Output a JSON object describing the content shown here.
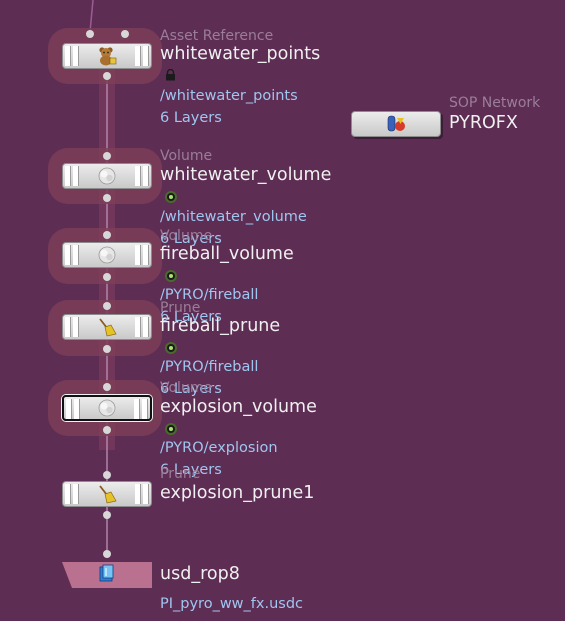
{
  "nodes": [
    {
      "id": "whitewater_points",
      "type": "Asset Reference",
      "name": "whitewater_points",
      "info": [
        "/whitewater_points",
        "6 Layers"
      ],
      "icon": "teddy-bear-icon"
    },
    {
      "id": "whitewater_volume",
      "type": "Volume",
      "name": "whitewater_volume",
      "info": [
        "/whitewater_volume",
        "6 Layers"
      ],
      "icon": "cloud-icon"
    },
    {
      "id": "fireball_volume",
      "type": "Volume",
      "name": "fireball_volume",
      "info": [
        "/PYRO/fireball",
        "6 Layers"
      ],
      "icon": "cloud-icon"
    },
    {
      "id": "fireball_prune",
      "type": "Prune",
      "name": "fireball_prune",
      "info": [
        "/PYRO/fireball",
        "6 Layers"
      ],
      "icon": "broom-icon"
    },
    {
      "id": "explosion_volume",
      "type": "Volume",
      "name": "explosion_volume",
      "info": [
        "/PYRO/explosion",
        "6 Layers"
      ],
      "icon": "cloud-icon"
    },
    {
      "id": "explosion_prune1",
      "type": "Prune",
      "name": "explosion_prune1",
      "info": [],
      "icon": "broom-icon"
    },
    {
      "id": "usd_rop8",
      "type": "",
      "name": "usd_rop8",
      "info": [
        "PI_pyro_ww_fx.usdc"
      ],
      "icon": "usd-render-icon"
    }
  ],
  "sop_network": {
    "type": "SOP Network",
    "name": "PYROFX",
    "icon": "sop-network-icon"
  },
  "colors": {
    "background": "#5e2d54",
    "wire": "#9b5c95",
    "halo": "#7d3e58",
    "info_text": "#9fc6ef",
    "name_text": "#f0f0f0",
    "type_text": "#9a7e99",
    "rop_body": "#b9718f"
  }
}
